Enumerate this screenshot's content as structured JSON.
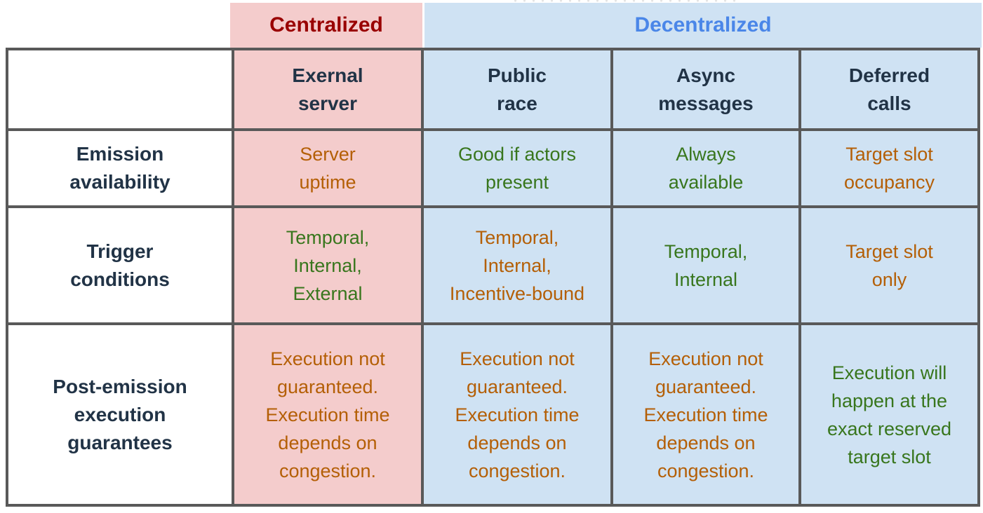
{
  "banner": {
    "centralized": {
      "label": "Centralized"
    },
    "decentralized": {
      "label": "Decentralized"
    }
  },
  "table": {
    "column_headers": [
      {
        "label": "Exernal\nserver"
      },
      {
        "label": "Public\nrace"
      },
      {
        "label": "Async\nmessages"
      },
      {
        "label": "Deferred\ncalls"
      }
    ],
    "rows": [
      {
        "label": "Emission\navailability",
        "cells": [
          {
            "text": "Server\nuptime",
            "tone": "warn"
          },
          {
            "text": "Good if actors\npresent",
            "tone": "good"
          },
          {
            "text": "Always\navailable",
            "tone": "good"
          },
          {
            "text": "Target slot\noccupancy",
            "tone": "warn"
          }
        ]
      },
      {
        "label": "Trigger\nconditions",
        "cells": [
          {
            "text": "Temporal,\nInternal,\nExternal",
            "tone": "good"
          },
          {
            "text": "Temporal,\nInternal,\nIncentive-bound",
            "tone": "warn"
          },
          {
            "text": "Temporal,\nInternal",
            "tone": "good"
          },
          {
            "text": "Target slot\nonly",
            "tone": "warn"
          }
        ]
      },
      {
        "label": "Post-emission\nexecution\nguarantees",
        "cells": [
          {
            "text": "Execution not\nguaranteed.\nExecution time\ndepends on\ncongestion.",
            "tone": "warn"
          },
          {
            "text": "Execution not\nguaranteed.\nExecution time\ndepends on\ncongestion.",
            "tone": "warn"
          },
          {
            "text": "Execution not\nguaranteed.\nExecution time\ndepends on\ncongestion.",
            "tone": "warn"
          },
          {
            "text": "Execution will\nhappen at the\nexact reserved\ntarget slot",
            "tone": "good"
          }
        ]
      }
    ]
  },
  "colors": {
    "pink_bg": "#f4cccc",
    "blue_bg": "#cfe2f3",
    "centralized_text": "#990000",
    "decentralized_text": "#4a86e8",
    "header_text": "#213346",
    "good_text": "#38761d",
    "warn_text": "#b45f06",
    "border": "#595959",
    "page_bg": "#ffffff"
  }
}
